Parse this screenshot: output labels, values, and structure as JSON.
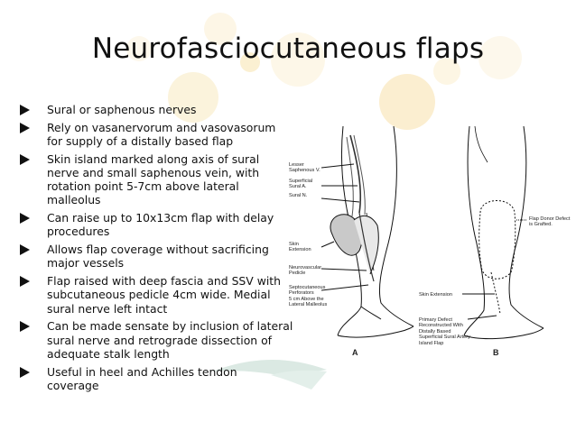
{
  "title": "Neurofasciocutaneous flaps",
  "colors": {
    "background": "#ffffff",
    "decor_circle": "#fbf1d6",
    "decor_wave": "#d5e6e0",
    "text": "#111111"
  },
  "bullet_icon": "right-triangle-icon",
  "bullets": [
    "Sural or saphenous nerves",
    "Rely on vasanervorum and vasovasorum\nfor supply of a distally based flap",
    "Skin island marked along axis of sural\nnerve and small saphenous vein, with\nrotation point 5-7cm above lateral\nmalleolus",
    "Can raise up to 10x13cm flap with delay\nprocedures",
    "Allows flap coverage without sacrificing\nmajor vessels",
    "Flap raised with deep fascia and SSV with\nsubcutaneous pedicle 4cm wide. Medial\nsural nerve left intact",
    "Can be made sensate by inclusion of lateral\nsural nerve and retrograde dissection of\nadequate stalk length",
    "Useful in heel and Achilles tendon\ncoverage"
  ],
  "figure": {
    "labels_a": [
      "Lesser\nSaphenous V.",
      "Superficial\nSural A.",
      "Sural N.",
      "Skin\nExtension",
      "Neurovascular\nPedicle",
      "Septocutaneous\nPerforators\n5 cm Above the\nLateral Malleolus"
    ],
    "labels_b": [
      "Flap Donor Defect\nis Grafted.",
      "Skin Extension",
      "Primary Defect\nReconstructed With\nDistally Based\nSuperficial Sural Artery\nIsland Flap"
    ],
    "panel_a": "A",
    "panel_b": "B"
  }
}
